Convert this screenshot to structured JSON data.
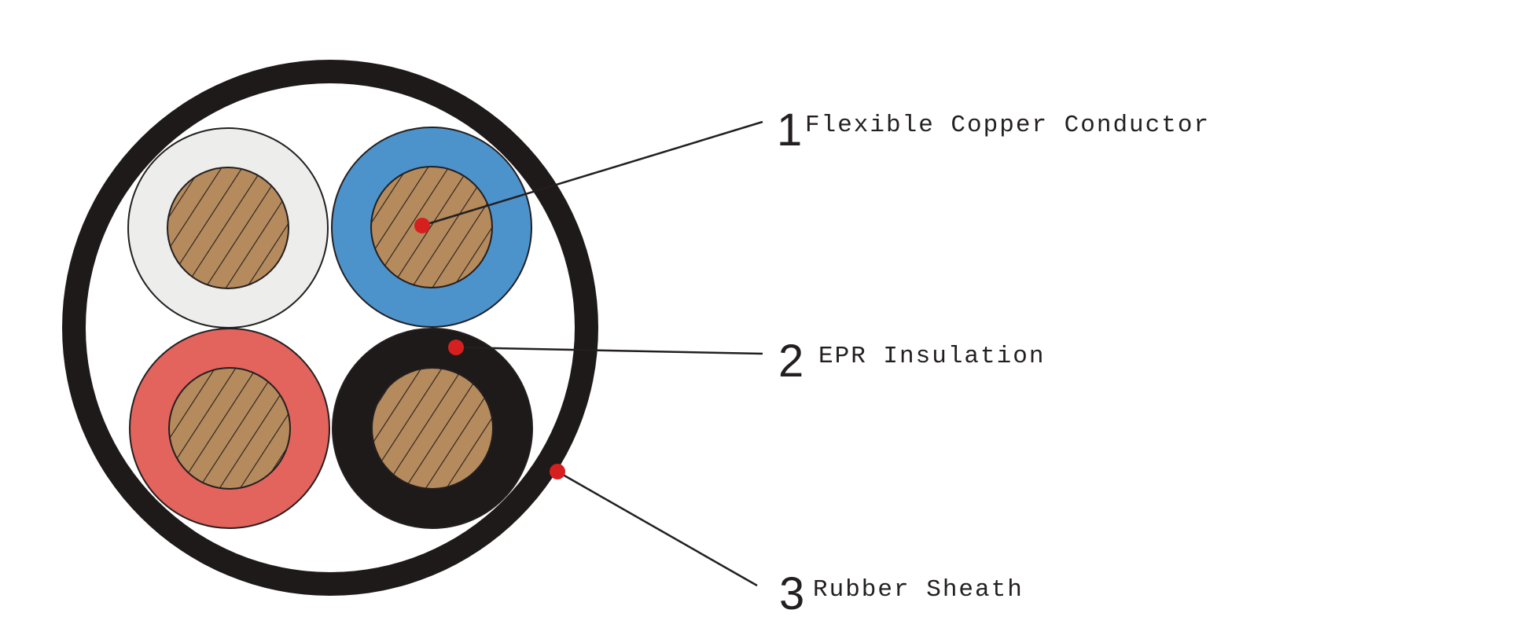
{
  "diagram": {
    "colors": {
      "sheath": "#1e1a19",
      "copper": "#b58a5c",
      "hatch": "#231f20",
      "marker": "#d6201f",
      "leader": "#231f20"
    },
    "cores": [
      {
        "insulation_color": "#ededec"
      },
      {
        "insulation_color": "#4c93cc"
      },
      {
        "insulation_color": "#e3635d"
      },
      {
        "insulation_color": "#1e1a19"
      }
    ],
    "callouts": [
      {
        "number": "1",
        "label": "Flexible Copper Conductor"
      },
      {
        "number": "2",
        "label": "EPR Insulation"
      },
      {
        "number": "3",
        "label": "Rubber Sheath"
      }
    ]
  }
}
